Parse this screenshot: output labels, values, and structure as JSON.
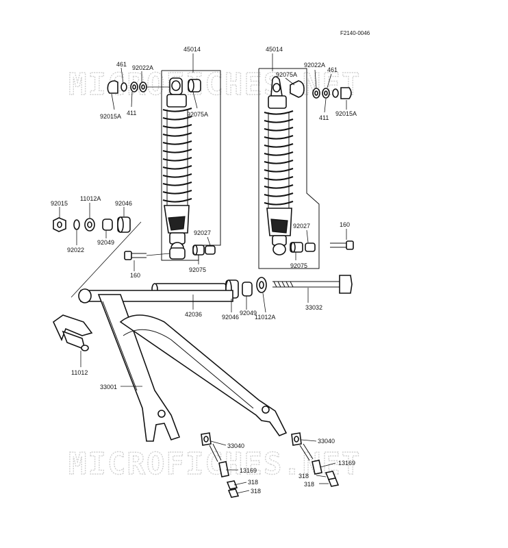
{
  "diagram": {
    "ref_code": "F2140-0046",
    "watermark": "MICROFICHES.NET",
    "labels": {
      "l45014_left": "45014",
      "l45014_right": "45014",
      "l461_left": "461",
      "l461_right": "461",
      "l92022a_left": "92022A",
      "l92022a_right": "92022A",
      "l92075a_left": "92075A",
      "l92075a_right": "92075A",
      "l411_left": "411",
      "l411_right": "411",
      "l92015a_left": "92015A",
      "l92015a_right": "92015A",
      "l92015": "92015",
      "l11012a_top": "11012A",
      "l92046_top": "92046",
      "l92022": "92022",
      "l92049_top": "92049",
      "l92027_left": "92027",
      "l92027_right": "92027",
      "l160_left": "160",
      "l160_right": "160",
      "l92075_left": "92075",
      "l92075_right": "92075",
      "l42036": "42036",
      "l92046_bottom": "92046",
      "l92049_bottom": "92049",
      "l11012a_bottom": "11012A",
      "l33032": "33032",
      "l11012": "11012",
      "l33001": "33001",
      "l33040_left": "33040",
      "l33040_right": "33040",
      "l13169_left": "13169",
      "l13169_right": "13169",
      "l318_left_a": "318",
      "l318_left_b": "318",
      "l318_right_a": "318",
      "l318_right_b": "318"
    }
  }
}
